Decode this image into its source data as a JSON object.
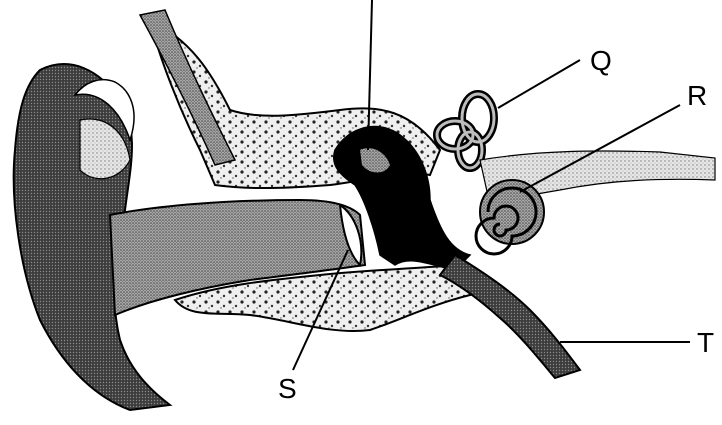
{
  "diagram": {
    "labels": {
      "q": "Q",
      "r": "R",
      "s": "S",
      "t": "T"
    },
    "colors": {
      "ink": "#000000",
      "stipple_dark": "#3a3a3a",
      "stipple_mid": "#8a8a8a",
      "stipple_light": "#c8c8c8",
      "paper": "#ffffff"
    }
  }
}
